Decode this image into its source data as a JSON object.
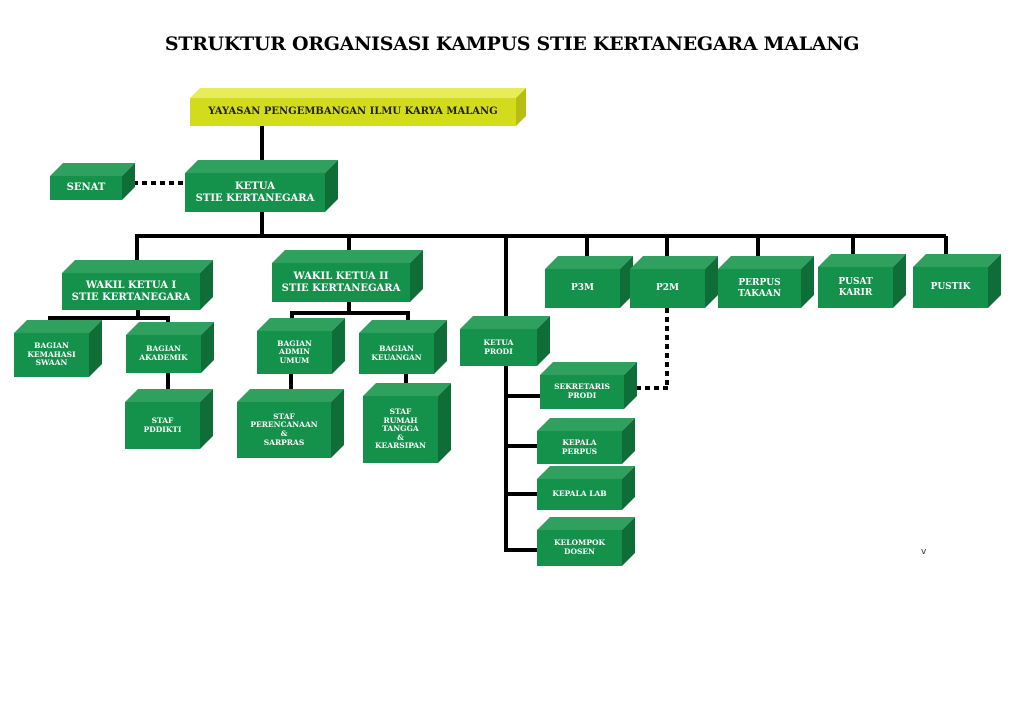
{
  "title": "STRUKTUR ORGANISASI KAMPUS STIE KERTANEGARA MALANG",
  "nodes": {
    "yayasan": "YAYASAN PENGEMBANGAN ILMU KARYA MALANG",
    "senat": "SENAT",
    "ketua": "KETUA\nSTIE KERTANEGARA",
    "wakil1": "WAKIL KETUA I\nSTIE KERTANEGARA",
    "wakil2": "WAKIL KETUA II\nSTIE KERTANEGARA",
    "bagian_kemahasiswaan": "BAGIAN\nKEMAHASI\nSWAAN",
    "bagian_akademik": "BAGIAN\nAKADEMIK",
    "staf_pddikti": "STAF\nPDDIKTI",
    "bagian_admin_umum": "BAGIAN\nADMIN\nUMUM",
    "bagian_keuangan": "BAGIAN\nKEUANGAN",
    "staf_perencanaan": "STAF\nPERENCANAAN\n&\nSARPRAS",
    "staf_rumah_tangga": "STAF\nRUMAH\nTANGGA\n&\nKEARSIPAN",
    "ketua_prodi": "KETUA\nPRODI",
    "p3m": "P3M",
    "p2m": "P2M",
    "perpustakaan": "PERPUS\nTAKAAN",
    "pusat_karir": "PUSAT\nKARIR",
    "pustik": "PUSTIK",
    "sekretaris_prodi": "SEKRETARIS\nPRODI",
    "kepala_perpus": "KEPALA\nPERPUS",
    "kepala_lab": "KEPALA LAB",
    "kelompok_dosen": "KELOMPOK\nDOSEN"
  },
  "corner_mark": "v",
  "colors": {
    "box_front": "#14914a",
    "box_top": "#2fa05e",
    "box_side": "#0f6e37",
    "yayasan_front": "#d2dc1c",
    "connector": "#000000"
  }
}
